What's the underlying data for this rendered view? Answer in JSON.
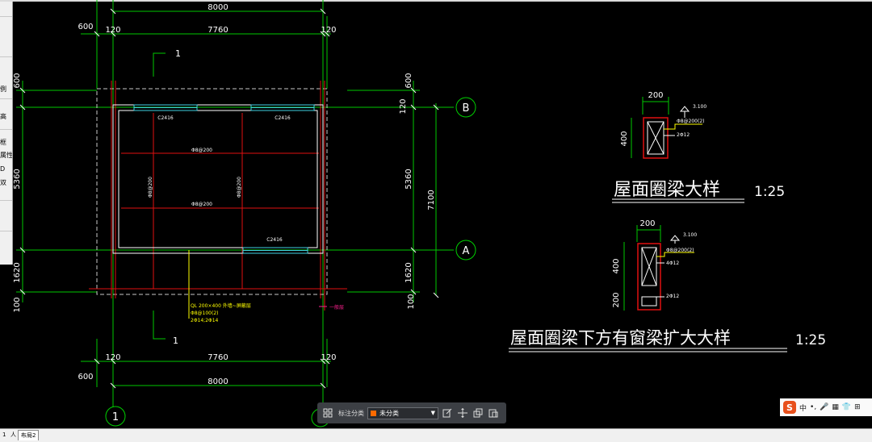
{
  "panel": {
    "items": [
      "例",
      "高",
      "框",
      "属性",
      "D",
      "双"
    ]
  },
  "axes": {
    "b": "B",
    "a": "A",
    "one": "1"
  },
  "dims": {
    "top_total": "8000",
    "top_left_off": "600",
    "top_left": "120",
    "top_mid": "7760",
    "top_right": "120",
    "bottom_left": "120",
    "bottom_mid": "7760",
    "bottom_right": "120",
    "bottom_total": "8000",
    "bottom_left_off": "600",
    "left_top": "600",
    "left_mid": "5360",
    "left_bot": "1620",
    "left_bottom_off": "100",
    "right_top": "600",
    "right_120": "120",
    "right_mid": "5360",
    "right_total": "7100",
    "right_bot": "1620",
    "right_bottom_off": "100"
  },
  "plan": {
    "windows": [
      "C2416",
      "C2416",
      "C2416"
    ],
    "rebar_h1": "Φ8@200",
    "rebar_h2": "Φ8@200",
    "rebar_v1": "Φ8@200",
    "rebar_v2": "Φ8@200",
    "section_mark": "1",
    "beam_note_1": "QL 200×400  外墙~屏蔽层",
    "beam_note_2": "Φ8@100(2)",
    "beam_note_3": "2Φ14;2Φ14",
    "red_note": "一般层"
  },
  "detail1": {
    "width": "200",
    "height": "400",
    "elev": "3.100",
    "stirrup": "Φ8@200(2)",
    "bars": "2Φ12",
    "title": "屋面圈梁大样",
    "scale": "1:25"
  },
  "detail2": {
    "width": "200",
    "height": "400",
    "height2": "200",
    "elev": "3.100",
    "stirrup": "Φ8@200(2)",
    "bars_top": "4Φ12",
    "bars_bot": "2Φ12",
    "title": "屋面圈梁下方有窗梁扩大大样",
    "scale": "1:25"
  },
  "toolbar": {
    "label": "标注分类",
    "selected": "未分类",
    "arrow": "▼"
  },
  "ime": {
    "logo": "S",
    "lang": "中",
    "items": [
      "•,",
      "🎤",
      "▦",
      "👕",
      "⊞"
    ]
  },
  "tabs": [
    "1",
    "人",
    "布局2"
  ]
}
